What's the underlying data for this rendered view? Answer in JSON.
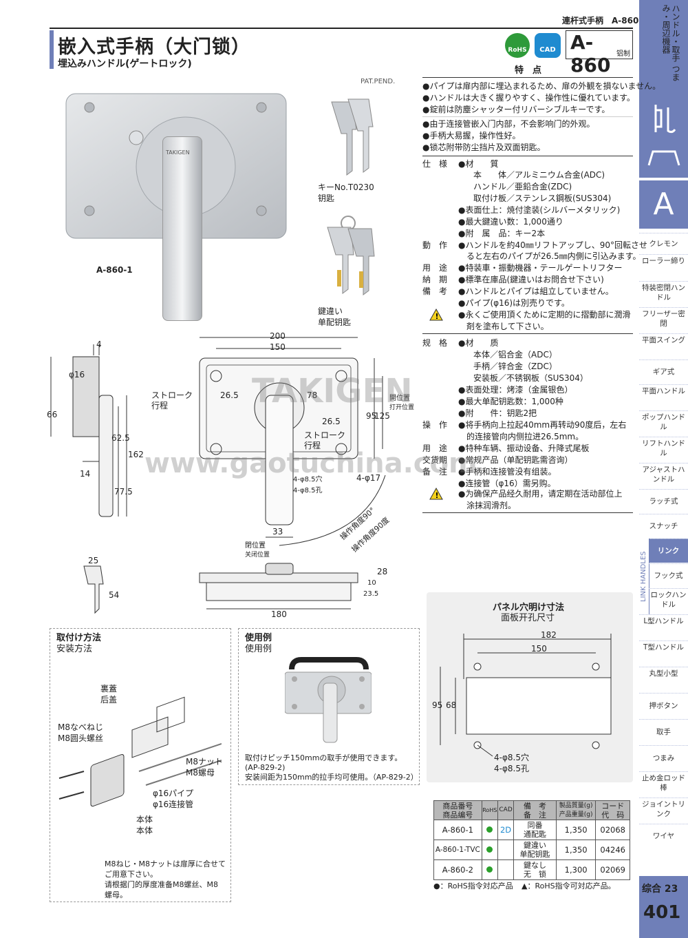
{
  "header": {
    "category_right": "連杆式手柄　A-860",
    "title": "嵌入式手柄（大门锁）",
    "subtitle": "埋込みハンドル(ゲートロック)",
    "rohs_badge": "RoHS",
    "cad_badge": "CAD",
    "model": "A-860",
    "material_tag": "铝制"
  },
  "sidebar": {
    "top_label": "ハンドル・取手 つまみ・周辺機器",
    "section_letter": "A",
    "vertical_label": "LINK HANDLES",
    "items": [
      "クレモン",
      "ローラー締り",
      "特装密閉ハンドル",
      "フリーザー密閉",
      "平面スイング",
      "ギア式",
      "平面ハンドル",
      "ポップハンドル",
      "リフトハンドル",
      "アジャストハンドル",
      "ラッチ式",
      "スナッチ",
      "リンク",
      "フック式",
      "ロックハンドル",
      "L型ハンドル",
      "T型ハンドル",
      "丸型小型",
      "押ボタン",
      "取手",
      "つまみ",
      "止め金ロッド棒",
      "ジョイントリンク",
      "ワイヤ"
    ],
    "footer_label": "综合 23",
    "page_number": "401"
  },
  "photos": {
    "pat_pend": "PAT.PEND.",
    "product_label": "A-860-1",
    "key1_label_jp": "キーNo.T0230",
    "key1_label_cn": "钥匙",
    "key2_label_jp": "鍵違い",
    "key2_label_cn": "单配钥匙",
    "handle_brand": "TAKIGEN"
  },
  "features": {
    "heading": "特　点",
    "jp": [
      "●パイプは扉内部に埋込まれるため、扉の外観を損ないません。",
      "●ハンドルは大きく握りやすく、操作性に優れています。",
      "●錠前は防塵シャッター付リバーシブルキーです。"
    ],
    "cn": [
      "●由于连接管嵌入门内部，不会影响门的外观。",
      "●手柄大易握，操作性好。",
      "●锁芯附带防尘挡片及双面钥匙。"
    ]
  },
  "spec_jp": {
    "label_spec": "仕　様",
    "material_head": "●材　　質",
    "material_lines": [
      "本　　体／アルミニウム合金(ADC)",
      "ハンドル／亜鉛合金(ZDC)",
      "取付け板／ステンレス鋼板(SUS304)"
    ],
    "finish": "●表面仕上：焼付塗装(シルバーメタリック)",
    "max_keys": "●最大鍵違い数：1,000通り",
    "accessory": "●附　属　品：キー2本",
    "label_action": "動　作",
    "action_lines": [
      "●ハンドルを約40㎜リフトアップし、90°回転させ",
      "　ると左右のパイプが26.5㎜内側に引込みます。"
    ],
    "label_use": "用　途",
    "use": "●特装車・振動機器・テールゲートリフター",
    "label_delivery": "納　期",
    "delivery": "●標準在庫品(鍵違いはお問合せ下さい)",
    "label_note": "備　考",
    "note_lines": [
      "●ハンドルとパイプは組立していません。",
      "●パイプ(φ16)は別売りです。"
    ],
    "warning_lines": [
      "●永くご使用頂くために定期的に摺動部に潤滑",
      "　剤を塗布して下さい。"
    ]
  },
  "spec_cn": {
    "label_spec": "规　格",
    "material_head": "●材　　质",
    "material_lines": [
      "本体／铝合金（ADC）",
      "手柄／锌合金（ZDC）",
      "安装板／不锈钢板（SUS304）"
    ],
    "finish": "●表面处理：烤漆（金属银色）",
    "max_keys": "●最大单配钥匙数：1,000种",
    "accessory": "●附　　件：钥匙2把",
    "label_action": "操　作",
    "action_lines": [
      "●将手柄向上拉起40mm再转动90度后，左右",
      "　的连接管向内侧拉进26.5mm。"
    ],
    "label_use": "用　途",
    "use": "●特种车辆、振动设备、升降式尾板",
    "label_delivery": "交货期",
    "delivery": "●常规产品（单配钥匙需咨询）",
    "label_note": "备　注",
    "note_lines": [
      "●手柄和连接管没有组装。",
      "●连接管（φ16）需另购。"
    ],
    "warning_lines": [
      "●为确保产品经久耐用，请定期在活动部位上",
      "　涂抹润滑剂。"
    ]
  },
  "drawing": {
    "dim_200": "200",
    "dim_150": "150",
    "dim_4": "4",
    "dim_phi16": "φ16",
    "dim_66": "66",
    "dim_62_5": "62.5",
    "dim_162": "162",
    "dim_14": "14",
    "dim_77_5": "77.5",
    "dim_26_5a": "26.5",
    "dim_78": "78",
    "dim_26_5b": "26.5",
    "dim_95": "95",
    "dim_125": "125",
    "stroke_jp": "ストローク",
    "stroke_cn": "行程",
    "open_jp": "開位置",
    "open_cn": "打开位置",
    "hole1": "4-φ8.5穴",
    "hole1_cn": "4-φ8.5孔",
    "phi17": "4-φ17",
    "angle_jp": "操作角度90°",
    "angle_cn": "操作角度90度",
    "dim_33": "33",
    "closed_jp": "閉位置",
    "closed_cn": "关闭位置",
    "dim_180": "180",
    "dim_28": "28",
    "dim_10": "10",
    "dim_23_5": "23.5",
    "key_25": "25",
    "key_54": "54"
  },
  "install": {
    "title_jp": "取付け方法",
    "title_cn": "安装方法",
    "cover_jp": "裏蓋",
    "cover_cn": "后盖",
    "screw_jp": "M8なべねじ",
    "screw_cn": "M8圆头螺丝",
    "nut_jp": "M8ナット",
    "nut_cn": "M8螺母",
    "pipe_jp": "φ16パイプ",
    "pipe_cn": "φ16连接管",
    "body_jp": "本体",
    "body_cn": "本体",
    "note_jp": [
      "M8ねじ・M8ナットは扉厚に合せて",
      "ご用意下さい。"
    ],
    "note_cn": [
      "请根据门的厚度准备M8螺丝、M8",
      "螺母。"
    ]
  },
  "usage": {
    "title_jp": "使用例",
    "title_cn": "使用例",
    "note_jp": "取付けピッチ150mmの取手が使用できます。",
    "note_ref": "(AP-829-2)",
    "note_cn": "安装间距为150mm的拉手均可使用。（AP-829-2）"
  },
  "panel": {
    "title_jp": "パネル穴明け寸法",
    "title_cn": "面板开孔尺寸",
    "dim_182": "182",
    "dim_150": "150",
    "dim_95": "95",
    "dim_68": "68",
    "hole_jp": "4-φ8.5穴",
    "hole_cn": "4-φ8.5孔"
  },
  "table": {
    "headers": {
      "code_jp": "商品番号",
      "code_cn": "商品编号",
      "rohs": "RoHS",
      "cad": "CAD",
      "note_jp": "備　考",
      "note_cn": "备　注",
      "weight_jp": "製品質量(g)",
      "weight_cn": "产品重量(g)",
      "ccode_jp": "コード",
      "ccode_cn": "代　码"
    },
    "rows": [
      {
        "code": "A-860-1",
        "cad": "2D",
        "note_jp": "同番",
        "note_cn": "通配匙",
        "weight": "1,350",
        "ccode": "02068"
      },
      {
        "code": "A-860-1-TVC",
        "cad": "",
        "note_jp": "鍵違い",
        "note_cn": "单配钥匙",
        "weight": "1,350",
        "ccode": "04246"
      },
      {
        "code": "A-860-2",
        "cad": "",
        "note_jp": "鍵なし",
        "note_cn": "无　锁",
        "weight": "1,300",
        "ccode": "02069"
      }
    ],
    "legend_green": "●：RoHS指令対応产品",
    "legend_tri": "▲：RoHS指令可対応产品。"
  },
  "watermark": {
    "line1": "TAKIGEN",
    "line2": "www.gaotuchina.com"
  }
}
